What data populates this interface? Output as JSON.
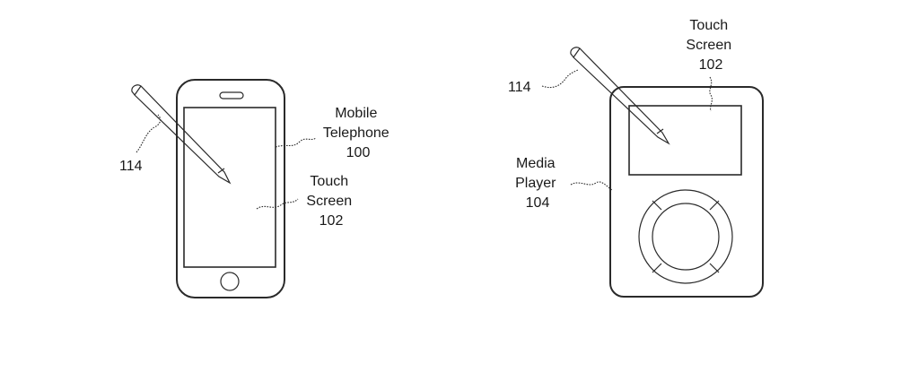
{
  "figures": {
    "phone": {
      "name_lines": [
        "Mobile",
        "Telephone",
        "100"
      ],
      "screen_lines": [
        "Touch",
        "Screen",
        "102"
      ],
      "stylus_ref": "114"
    },
    "player": {
      "name_lines": [
        "Media",
        "Player",
        "104"
      ],
      "screen_lines": [
        "Touch",
        "Screen",
        "102"
      ],
      "stylus_ref": "114"
    }
  }
}
